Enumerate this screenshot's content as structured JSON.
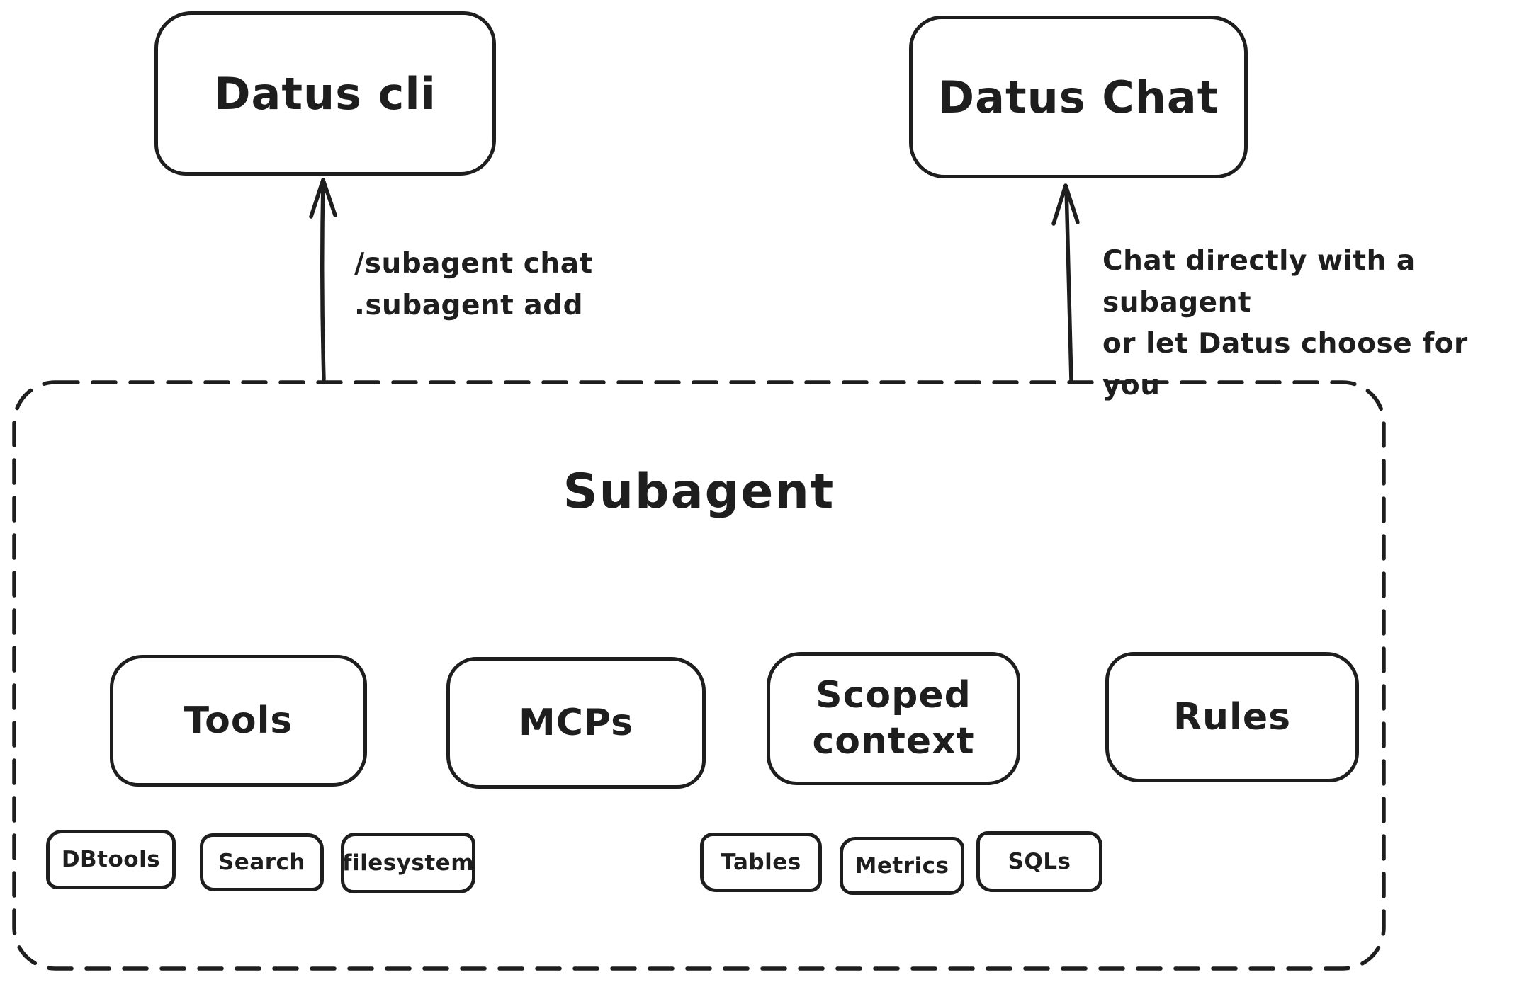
{
  "colors": {
    "stroke": "#1e1e1e",
    "background": "#ffffff"
  },
  "apps": {
    "cli": {
      "label": "Datus cli"
    },
    "chat": {
      "label": "Datus Chat"
    }
  },
  "arrows": {
    "cli": {
      "label": "/subagent chat\n.subagent add"
    },
    "chat": {
      "label": "Chat directly with a subagent\nor let Datus choose for you"
    }
  },
  "subagent": {
    "title": "Subagent",
    "modules": {
      "tools": "Tools",
      "mcps": "MCPs",
      "scoped_context": "Scoped\ncontext",
      "rules": "Rules"
    },
    "tool_chips": [
      "DBtools",
      "Search",
      "filesystem"
    ],
    "context_chips": [
      "Tables",
      "Metrics",
      "SQLs"
    ]
  }
}
